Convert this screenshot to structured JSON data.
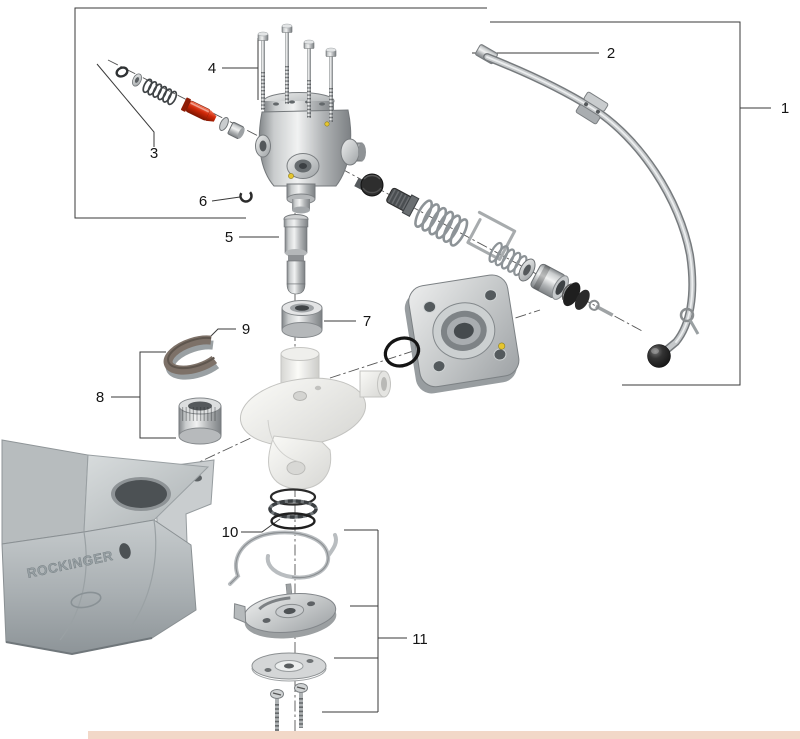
{
  "diagram": {
    "callouts": [
      {
        "num": "1"
      },
      {
        "num": "2"
      },
      {
        "num": "3"
      },
      {
        "num": "4"
      },
      {
        "num": "5"
      },
      {
        "num": "6"
      },
      {
        "num": "7"
      },
      {
        "num": "8"
      },
      {
        "num": "9"
      },
      {
        "num": "10"
      },
      {
        "num": "11"
      }
    ],
    "brand": {
      "casting_text": "ROCKINGER"
    },
    "colors": {
      "leader_line": "#3a3a3a",
      "axis_line": "#555555",
      "accent_red": "#d02808",
      "accent_yellow": "#e6c52e",
      "footer_strip": "#f2d8c8"
    }
  }
}
